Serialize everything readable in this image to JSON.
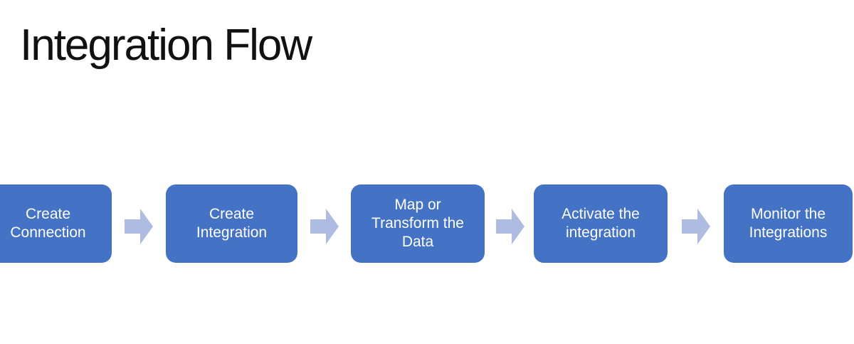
{
  "title": "Integration Flow",
  "colors": {
    "background": "#FFFFFF",
    "title_text": "#111111",
    "box_fill": "#4472C4",
    "box_text": "#FFFFFF",
    "arrow_fill": "#AEBCE2"
  },
  "flow": {
    "steps": [
      {
        "label": "Create\nConnection"
      },
      {
        "label": "Create\nIntegration"
      },
      {
        "label": "Map or\nTransform the\nData"
      },
      {
        "label": "Activate the\nintegration"
      },
      {
        "label": "Monitor the\nIntegrations"
      }
    ],
    "connector_icon": "right-block-arrow"
  }
}
